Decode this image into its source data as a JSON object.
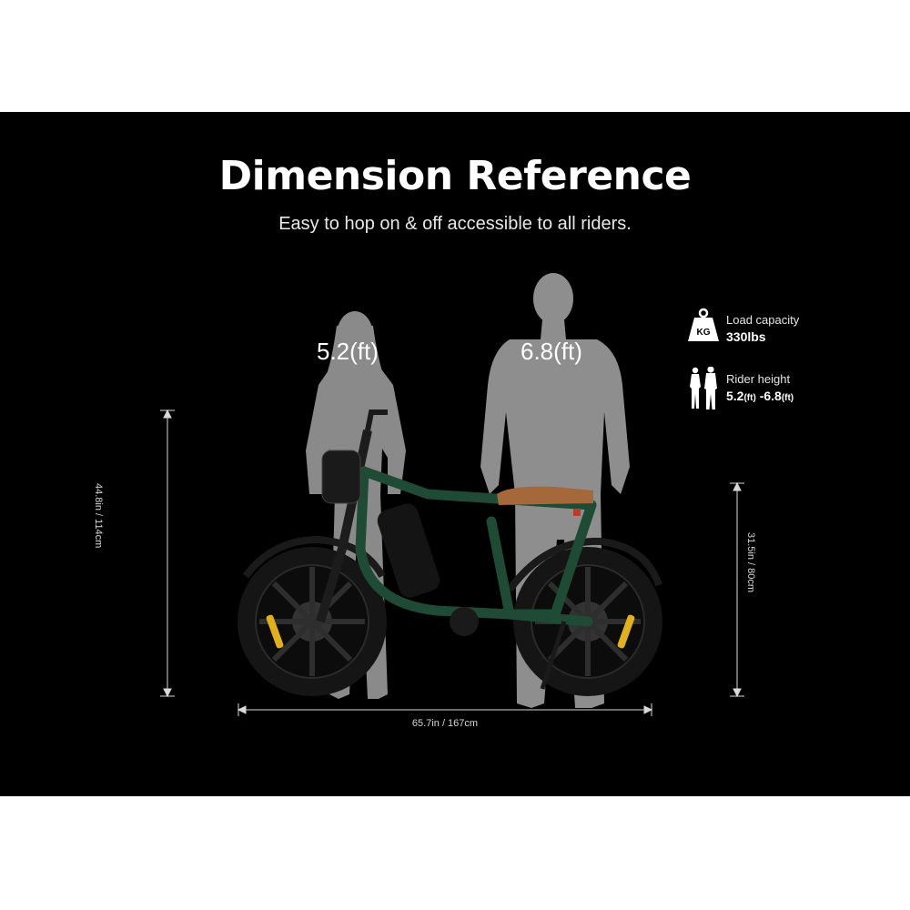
{
  "header": {
    "title": "Dimension Reference",
    "subtitle": "Easy to hop on & off accessible to all riders."
  },
  "figures": {
    "woman_height_label": "5.2(ft)",
    "man_height_label": "6.8(ft)"
  },
  "specs": {
    "load_label": "Load capacity",
    "load_value": "330lbs",
    "weight_icon_text": "KG",
    "rider_label": "Rider height",
    "rider_min": "5.2",
    "rider_max": "-6.8",
    "rider_unit": "(ft)"
  },
  "dimensions": {
    "overall_height": "44.8in / 114cm",
    "seat_height": "31.5in / 80cm",
    "overall_length": "65.7in / 167cm"
  },
  "colors": {
    "background": "#000000",
    "silhouette": "#8c8c8c",
    "frame": "#1f4a35",
    "seat": "#a5683a",
    "tire": "#1c1c1c",
    "accent_yellow": "#e0b020"
  }
}
